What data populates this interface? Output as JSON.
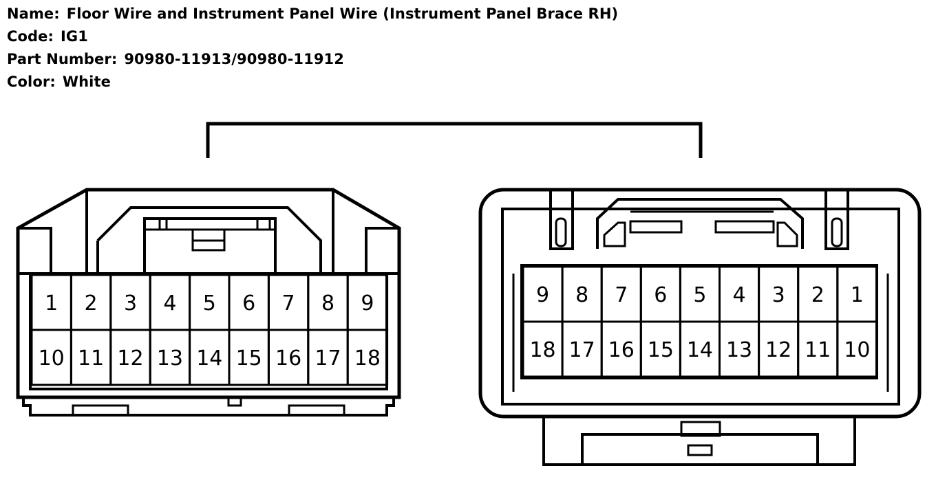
{
  "header": {
    "name_label": "Name:",
    "name_value": "Floor Wire and Instrument Panel Wire (Instrument Panel Brace RH)",
    "code_label": "Code:",
    "code_value": "IG1",
    "part_label": "Part Number:",
    "part_value": "90980-11913/90980-11912",
    "color_label": "Color:",
    "color_value": "White"
  },
  "connectors": {
    "left": {
      "rows": [
        [
          "1",
          "2",
          "3",
          "4",
          "5",
          "6",
          "7",
          "8",
          "9"
        ],
        [
          "10",
          "11",
          "12",
          "13",
          "14",
          "15",
          "16",
          "17",
          "18"
        ]
      ]
    },
    "right": {
      "rows": [
        [
          "9",
          "8",
          "7",
          "6",
          "5",
          "4",
          "3",
          "2",
          "1"
        ],
        [
          "18",
          "17",
          "16",
          "15",
          "14",
          "13",
          "12",
          "11",
          "10"
        ]
      ]
    }
  }
}
